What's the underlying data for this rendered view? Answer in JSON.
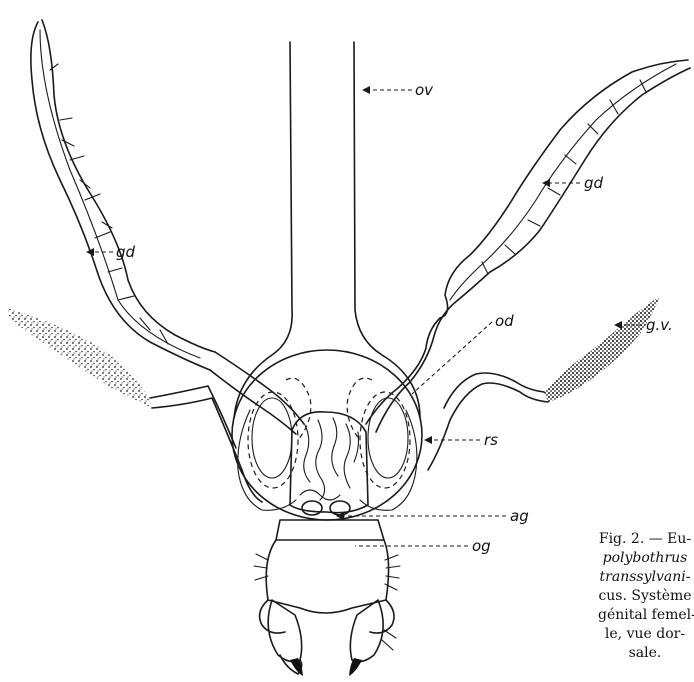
{
  "figure": {
    "labels": {
      "ov": "ov",
      "gd_right": "gd",
      "gd_left": "gd",
      "od": "od",
      "gv": "g.v.",
      "rs": "rs",
      "ag": "ag",
      "og": "og"
    },
    "caption": {
      "line1": "Fig. 2. — Eu-",
      "line2": "polybothrus",
      "line3": "transsylvani-",
      "line4": "cus. Système",
      "line5": "génital femel-",
      "line6": "le, vue dor-",
      "line7": "sale."
    },
    "colors": {
      "ink": "#1a1a1a",
      "paper": "#ffffff"
    }
  }
}
